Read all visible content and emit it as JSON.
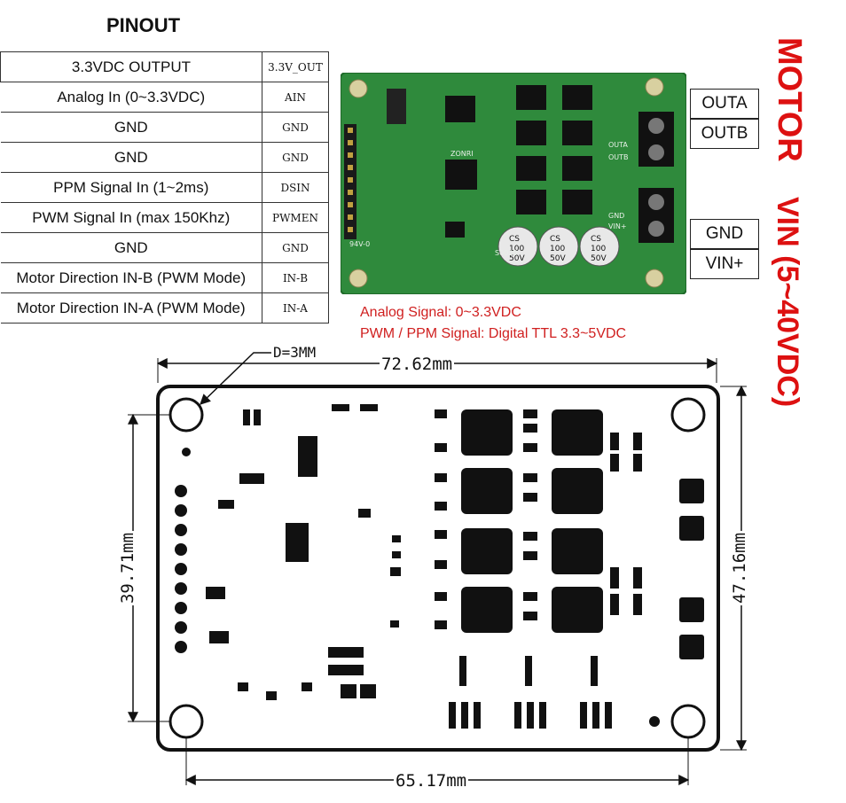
{
  "title": "PINOUT",
  "pins": [
    {
      "desc": "3.3VDC OUTPUT",
      "signal": "3.3V_OUT"
    },
    {
      "desc": "Analog In (0~3.3VDC)",
      "signal": "AIN"
    },
    {
      "desc": "GND",
      "signal": "GND"
    },
    {
      "desc": "GND",
      "signal": "GND"
    },
    {
      "desc": "PPM Signal In (1~2ms)",
      "signal": "DSIN"
    },
    {
      "desc": "PWM Signal In (max 150Khz)",
      "signal": "PWMEN"
    },
    {
      "desc": "GND",
      "signal": "GND"
    },
    {
      "desc": "Motor Direction IN-B (PWM Mode)",
      "signal": "IN-B"
    },
    {
      "desc": "Motor Direction IN-A (PWM Mode)",
      "signal": "IN-A"
    }
  ],
  "terminals": {
    "outa": "OUTA",
    "outb": "OUTB",
    "gnd": "GND",
    "vin": "VIN+"
  },
  "side_labels": {
    "motor": "MOTOR",
    "vin": "VIN (5~40VDC)"
  },
  "notes": {
    "analog": "Analog Signal: 0~3.3VDC",
    "pwm": "PWM / PPM Signal: Digital TTL 3.3~5VDC"
  },
  "pcb_silkscreen": {
    "brand": "ZONRI",
    "board": "S0020",
    "mark": "94V-0",
    "out_a": "OUTA",
    "out_b": "OUTB",
    "gnd": "GND",
    "vin": "VIN+",
    "cap_text": [
      "CS",
      "100",
      "50V"
    ]
  },
  "dimensions": {
    "hole": "D=3MM",
    "width": "72.62mm",
    "hole_spacing_x": "65.17mm",
    "height": "47.16mm",
    "hole_spacing_y": "39.71mm"
  },
  "colors": {
    "pcb_green": "#2f8a3c",
    "label_red": "#dd1111",
    "note_red": "#d02020"
  }
}
